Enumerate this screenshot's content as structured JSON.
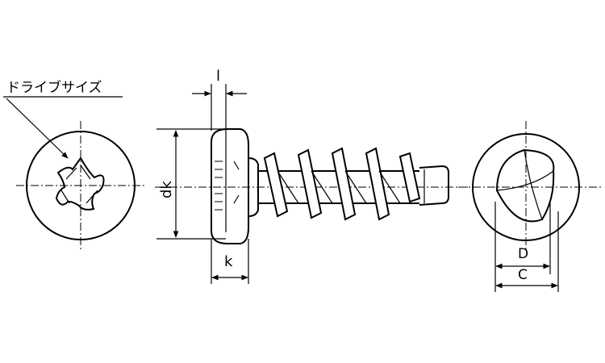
{
  "labels": {
    "drive_size": "ドライブサイズ",
    "l": "l",
    "dk": "dk",
    "k": "k",
    "D": "D",
    "C": "C"
  },
  "colors": {
    "line": "#000000",
    "background": "#ffffff"
  }
}
